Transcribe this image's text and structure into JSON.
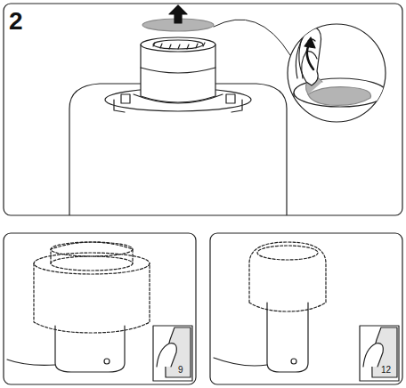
{
  "diagram": {
    "labels": [
      "2",
      "9",
      "12"
    ]
  }
}
